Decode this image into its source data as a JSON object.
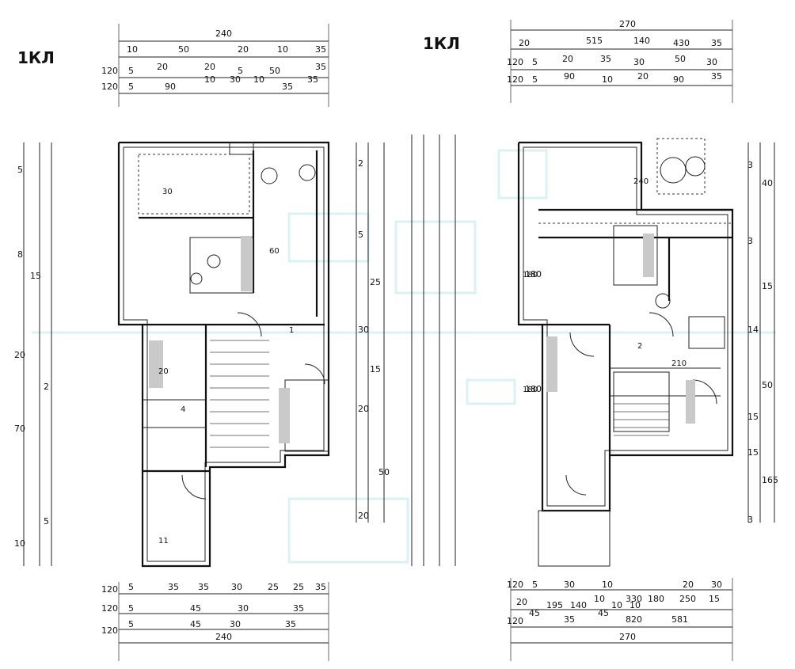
{
  "plans": [
    {
      "id": "left",
      "label": "1КЛ",
      "dims_top": {
        "overall": "240",
        "row1": [
          "10",
          "50",
          "20",
          "10",
          "35"
        ],
        "row2": [
          "120",
          "5",
          "20",
          "20",
          "5",
          "50",
          "35"
        ],
        "row3": [
          "120",
          "5",
          "90",
          "10",
          "30",
          "10",
          "35",
          "35"
        ]
      },
      "dims_bottom": {
        "overall": "240",
        "row1": [
          "120",
          "5",
          "35",
          "35",
          "30",
          "25",
          "25",
          "35"
        ],
        "row2": [
          "120",
          "5",
          "45",
          "30",
          "35"
        ],
        "row3": [
          "120",
          "5",
          "45",
          "30",
          "35"
        ]
      },
      "dims_left": [
        "5",
        "8",
        "15",
        "20",
        "2",
        "70",
        "5",
        "10"
      ],
      "dims_right": [
        "2",
        "5",
        "25",
        "30",
        "15",
        "20",
        "50",
        "20"
      ],
      "rooms": [
        "30",
        "60",
        "20",
        "1",
        "4",
        "11"
      ]
    },
    {
      "id": "right",
      "label": "1КЛ",
      "dims_top": {
        "overall": "270",
        "row1": [
          "20",
          "515",
          "140",
          "430",
          "35"
        ],
        "row2": [
          "120",
          "5",
          "20",
          "35",
          "30",
          "50",
          "30"
        ],
        "row3": [
          "120",
          "5",
          "90",
          "10",
          "20",
          "90",
          "35"
        ]
      },
      "dims_bottom": {
        "overall": "270",
        "row1": [
          "120",
          "5",
          "30",
          "10",
          "330",
          "180",
          "20",
          "30"
        ],
        "row2": [
          "20",
          "195",
          "140",
          "10",
          "10",
          "10",
          "250",
          "15"
        ],
        "row3": [
          "120",
          "45",
          "35",
          "45",
          "820",
          "581"
        ]
      },
      "dims_left": [
        "180",
        "180"
      ],
      "dims_right": [
        "3",
        "3",
        "40",
        "15",
        "14",
        "50",
        "15",
        "15",
        "165",
        "3"
      ],
      "rooms": [
        "240",
        "2",
        "210",
        "180",
        "180"
      ]
    }
  ]
}
